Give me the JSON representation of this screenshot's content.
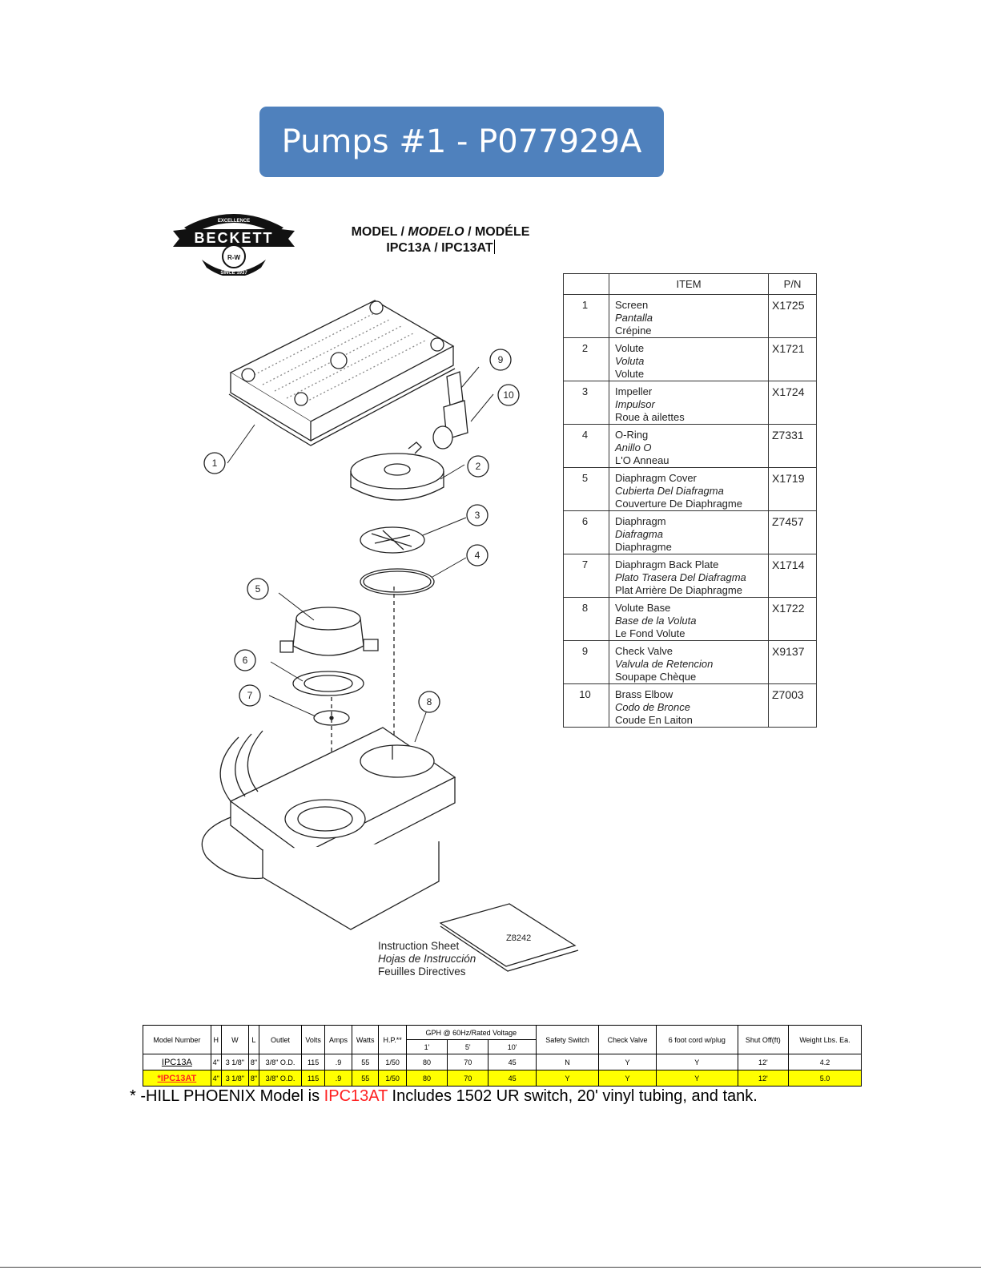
{
  "banner": {
    "title": "Pumps #1 - P077929A"
  },
  "logo": {
    "brand": "BECKETT",
    "arc_top": "EXCELLENCE",
    "arc_bottom": "SINCE 1937",
    "emblem": "R-W"
  },
  "model_heading": {
    "prefix": "MODEL / ",
    "es": "MODELO",
    "fr_sep": " / MODÉLE",
    "models": "IPC13A / IPC13AT"
  },
  "parts_table": {
    "header": {
      "item": "ITEM",
      "pn": "P/N"
    },
    "rows": [
      {
        "num": "1",
        "en": "Screen",
        "es": "Pantalla",
        "fr": "Crépine",
        "pn": "X1725"
      },
      {
        "num": "2",
        "en": "Volute",
        "es": "Voluta",
        "fr": "Volute",
        "pn": "X1721"
      },
      {
        "num": "3",
        "en": "Impeller",
        "es": "Impulsor",
        "fr": "Roue à ailettes",
        "pn": "X1724"
      },
      {
        "num": "4",
        "en": "O-Ring",
        "es": "Anillo O",
        "fr": "L'O Anneau",
        "pn": "Z7331"
      },
      {
        "num": "5",
        "en": "Diaphragm Cover",
        "es": "Cubierta Del Diafragma",
        "fr": "Couverture De Diaphragme",
        "pn": "X1719"
      },
      {
        "num": "6",
        "en": "Diaphragm",
        "es": "Diafragma",
        "fr": "Diaphragme",
        "pn": "Z7457"
      },
      {
        "num": "7",
        "en": "Diaphragm Back Plate",
        "es": "Plato Trasera Del Diafragma",
        "fr": "Plat Arrière De Diaphragme",
        "pn": "X1714"
      },
      {
        "num": "8",
        "en": "Volute Base",
        "es": "Base de la Voluta",
        "fr": "Le Fond Volute",
        "pn": "X1722"
      },
      {
        "num": "9",
        "en": "Check Valve",
        "es": "Valvula de Retencion",
        "fr": "Soupape Chèque",
        "pn": "X9137"
      },
      {
        "num": "10",
        "en": "Brass Elbow",
        "es": "Codo de Bronce",
        "fr": "Coude En Laiton",
        "pn": "Z7003"
      }
    ]
  },
  "diagram": {
    "callouts": [
      "1",
      "2",
      "3",
      "4",
      "5",
      "6",
      "7",
      "8",
      "9",
      "10"
    ],
    "instruction_sheet_pn": "Z8242"
  },
  "instruction_sheet": {
    "en": "Instruction Sheet",
    "es": "Hojas de Instrucción",
    "fr": "Feuilles Directives"
  },
  "specs_table": {
    "headers": {
      "model": "Model Number",
      "h": "H",
      "w": "W",
      "l": "L",
      "outlet": "Outlet",
      "volts": "Volts",
      "amps": "Amps",
      "watts": "Watts",
      "hp": "H.P.**",
      "gph": "GPH @ 60Hz/Rated Voltage",
      "gph1": "1'",
      "gph5": "5'",
      "gph10": "10'",
      "safety": "Safety Switch",
      "check": "Check Valve",
      "cord": "6 foot cord w/plug",
      "shutoff": "Shut Off(ft)",
      "weight": "Weight Lbs. Ea."
    },
    "rows": [
      {
        "model": "IPC13A",
        "h": "4\"",
        "w": "3 1/8\"",
        "l": "8\"",
        "outlet": "3/8\" O.D.",
        "volts": "115",
        "amps": ".9",
        "watts": "55",
        "hp": "1/50",
        "gph1": "80",
        "gph5": "70",
        "gph10": "45",
        "safety": "N",
        "check": "Y",
        "cord": "Y",
        "shutoff": "12'",
        "weight": "4.2"
      },
      {
        "model": "*IPC13AT",
        "h": "4\"",
        "w": "3 1/8\"",
        "l": "8\"",
        "outlet": "3/8\" O.D.",
        "volts": "115",
        "amps": ".9",
        "watts": "55",
        "hp": "1/50",
        "gph1": "80",
        "gph5": "70",
        "gph10": "45",
        "safety": "Y",
        "check": "Y",
        "cord": "Y",
        "shutoff": "12'",
        "weight": "5.0"
      }
    ]
  },
  "footnote": {
    "part1": "* -HILL PHOENIX  Model is ",
    "highlight": "IPC13AT",
    "part2": "  Includes 1502 UR switch, 20' vinyl tubing, and tank."
  },
  "colors": {
    "banner": "#4f81bd",
    "highlight_row": "#ffff00",
    "highlight_text": "#ff2020"
  }
}
